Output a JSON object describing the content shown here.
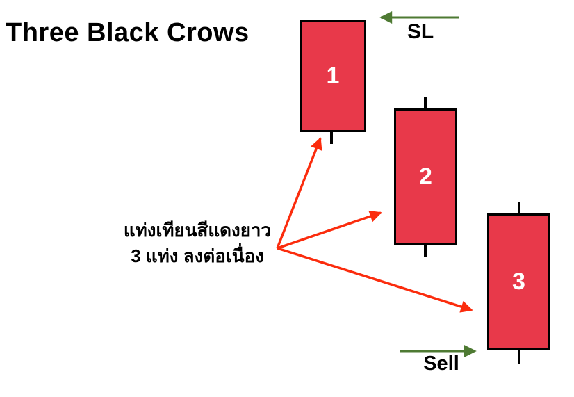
{
  "title": "Three Black Crows",
  "colors": {
    "background": "#ffffff",
    "text": "#000000",
    "candle_fill": "#e8394a",
    "candle_border": "#000000",
    "candle_number": "#ffffff",
    "pointer_arrow": "#fb2c0d",
    "trade_arrow": "#4e7a33"
  },
  "pattern": {
    "name": "Three Black Crows",
    "candles": [
      {
        "number": "1",
        "color": "red",
        "wicks": "lower"
      },
      {
        "number": "2",
        "color": "red",
        "wicks": "upper and lower"
      },
      {
        "number": "3",
        "color": "red",
        "wicks": "upper and lower"
      }
    ]
  },
  "trade_labels": {
    "stop_loss": "SL",
    "sell": "Sell"
  },
  "annotation": {
    "line1": "แท่งเทียนสีแดงยาว",
    "line2": "3 แท่ง ลงต่อเนื่อง"
  }
}
